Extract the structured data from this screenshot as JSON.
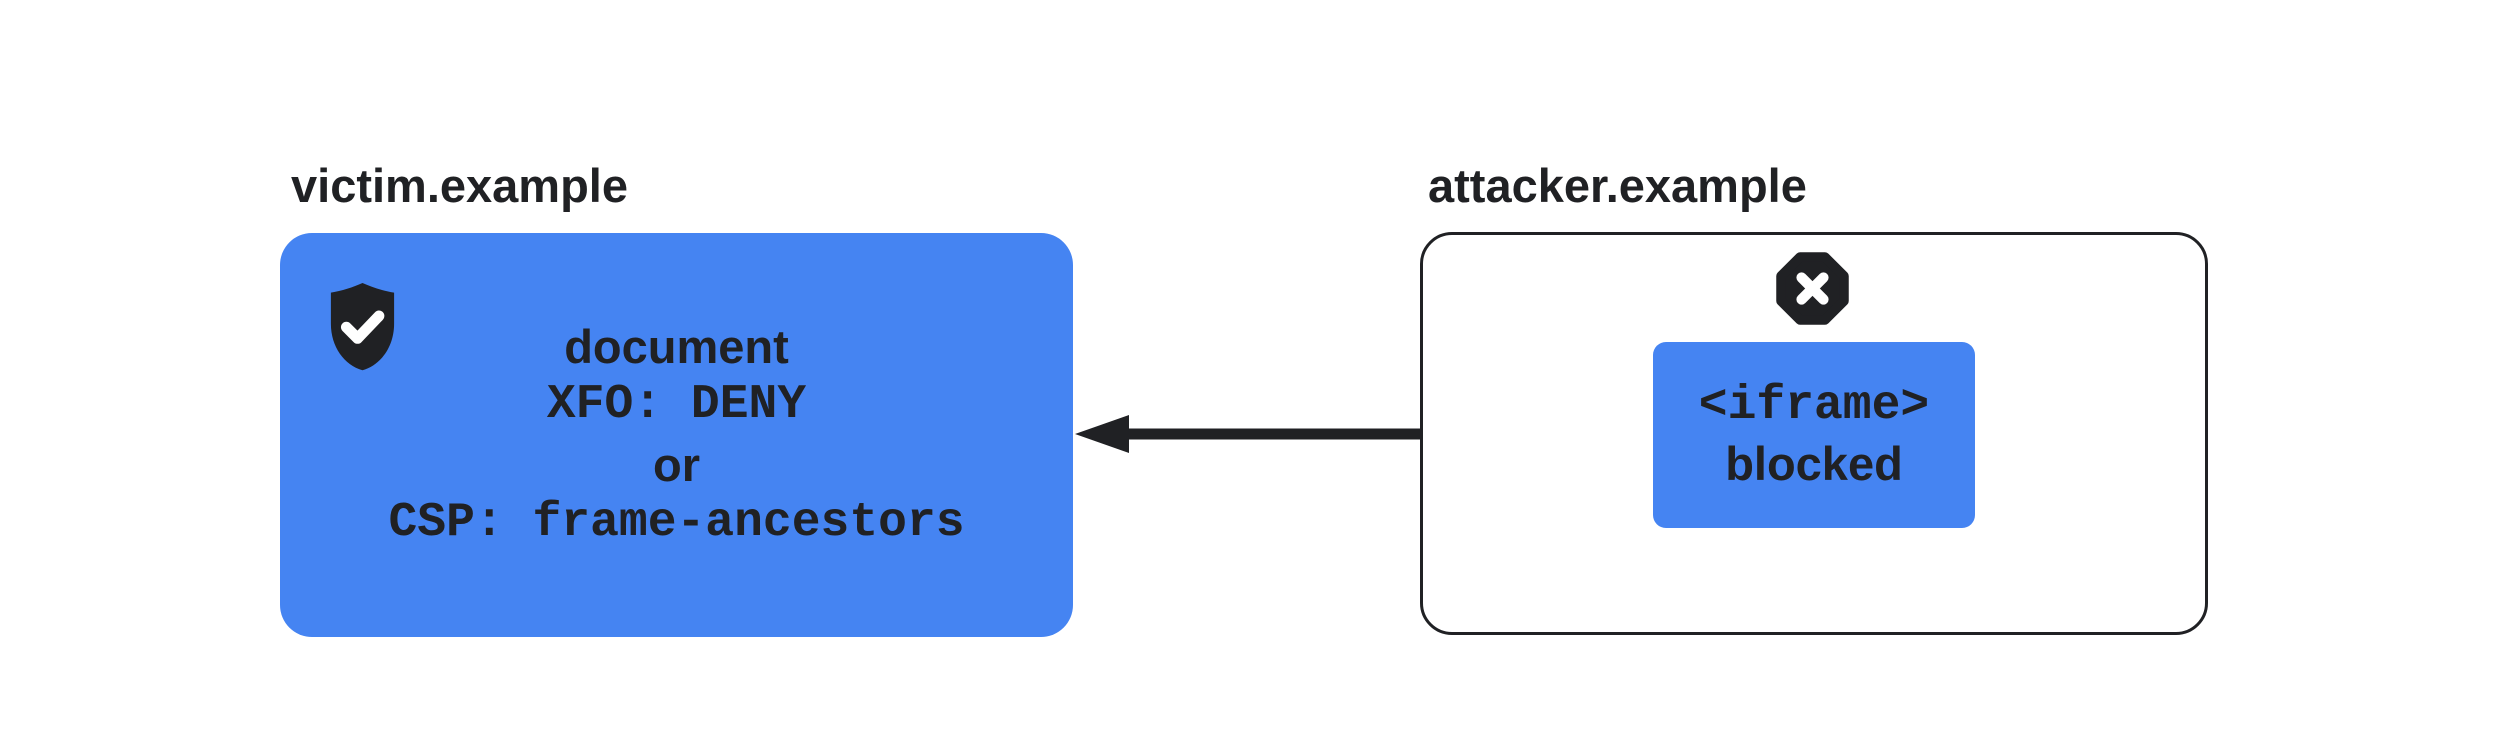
{
  "diagram": {
    "background_color": "#ffffff",
    "accent_blue": "#4584f2",
    "dark_color": "#202124"
  },
  "victim": {
    "label": "victim.example",
    "shield_icon": "shield-check-icon",
    "lines": [
      "document",
      "XFO: DENY",
      "or",
      "CSP: frame-ancestors"
    ]
  },
  "attacker": {
    "label": "attacker.example",
    "blocked_icon": "octagon-x-icon",
    "iframe": {
      "lines": [
        "<iframe>",
        "blocked"
      ]
    }
  },
  "arrow": {
    "description": "framing request blocked, arrow from iframe to victim document"
  }
}
